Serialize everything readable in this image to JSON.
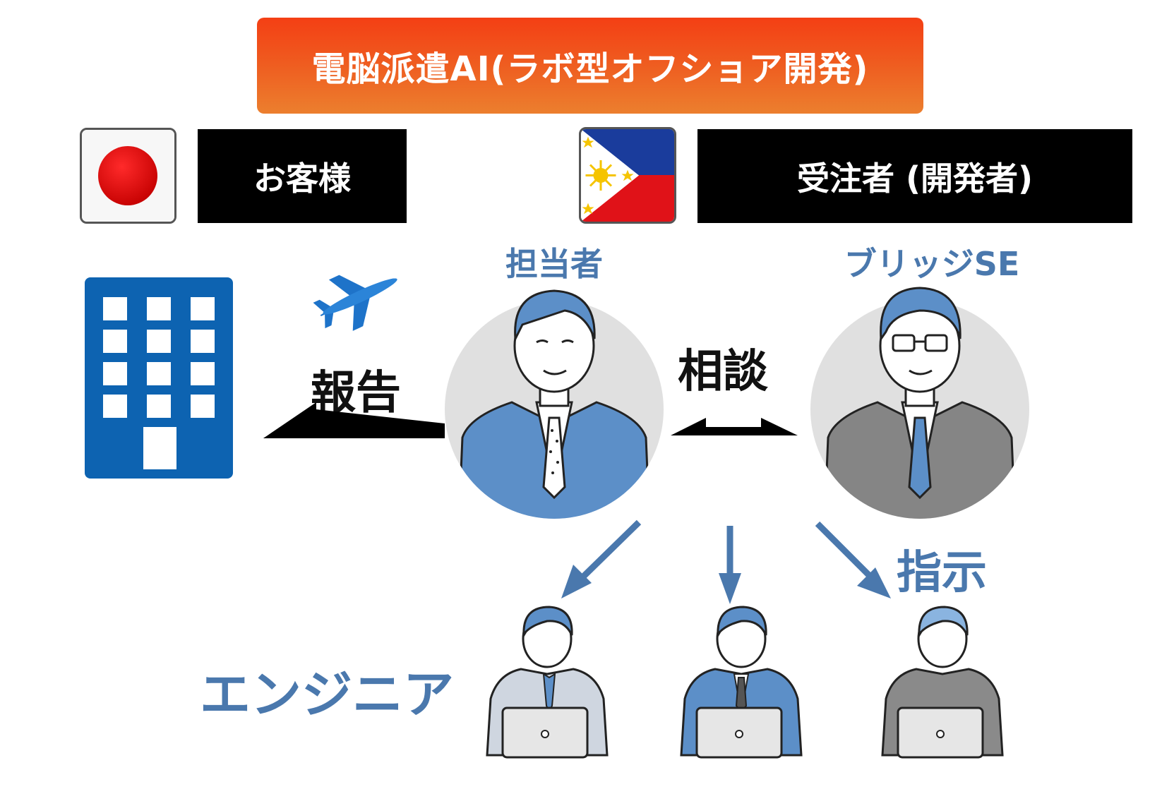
{
  "title": "電脳派遣AI(ラボ型オフショア開発)",
  "client": {
    "label": "お客様",
    "flag_icon": "japan-flag-icon"
  },
  "contractor": {
    "label": "受注者 (開発者)",
    "flag_icon": "philippines-flag-icon"
  },
  "people": {
    "manager_label": "担当者",
    "bridge_se_label": "ブリッジSE",
    "engineers_label": "エンジニア"
  },
  "actions": {
    "report": "報告",
    "consult": "相談",
    "instruct": "指示"
  },
  "icons": [
    "building-icon",
    "airplane-icon",
    "person-icon",
    "laptop-icon"
  ],
  "colors": {
    "banner_top": "#f43f14",
    "banner_bottom": "#ec7f2e",
    "accent_blue": "#4a78ad",
    "building_blue": "#0d63b1",
    "label_bg": "#000000"
  }
}
